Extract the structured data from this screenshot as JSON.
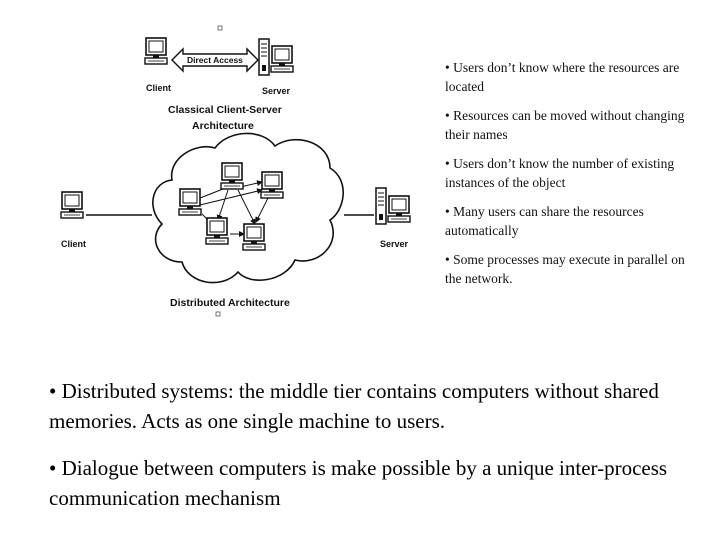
{
  "diagram": {
    "top": {
      "client_label": "Client",
      "server_label": "Server",
      "direct_access_label": "Direct Access",
      "title_line1": "Classical Client-Server",
      "title_line2": "Architecture"
    },
    "bottom": {
      "client_label": "Client",
      "server_label": "Server",
      "title": "Distributed Architecture"
    }
  },
  "right_bullets": [
    "• Users don’t know where the resources are located",
    "• Resources can be moved without changing their names",
    "• Users don’t know the number of existing instances of the object",
    "• Many users can share the resources automatically",
    "• Some processes may execute in parallel on the network."
  ],
  "bottom_bullets": [
    "• Distributed systems: the middle tier contains computers without shared memories. Acts as one single machine to users.",
    "• Dialogue between computers is make possible by a unique inter-process communication mechanism"
  ]
}
